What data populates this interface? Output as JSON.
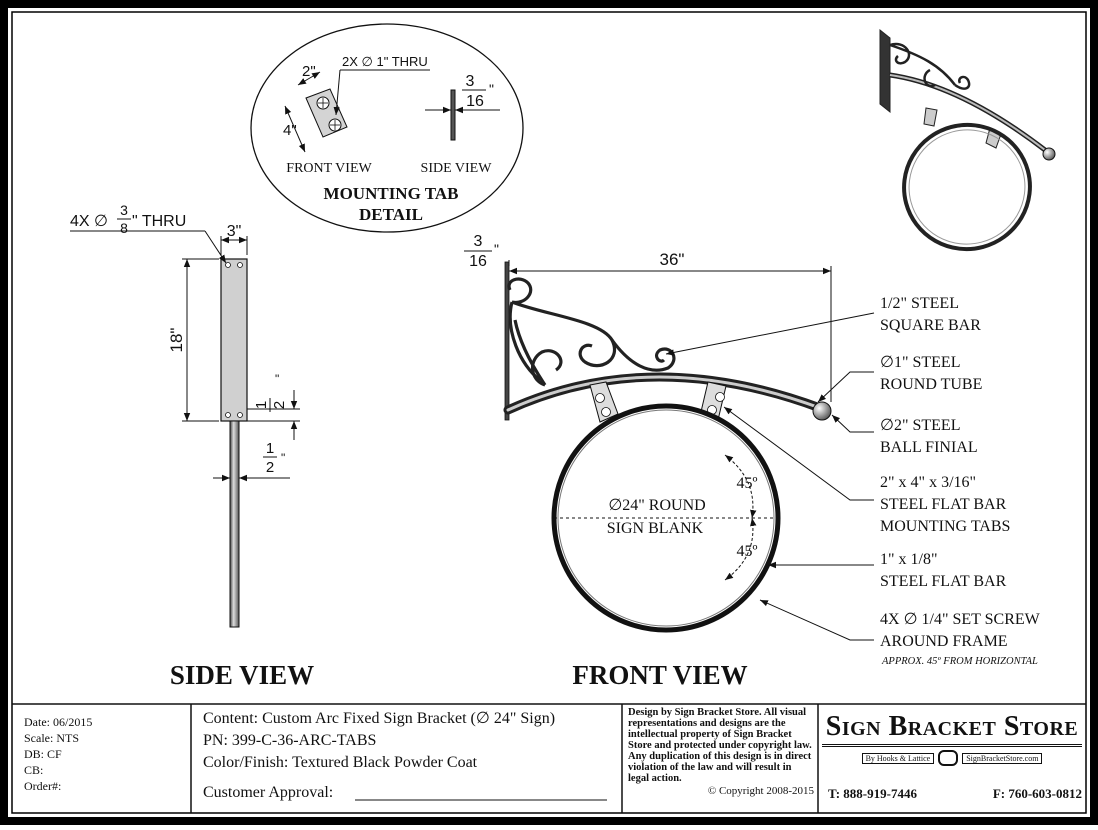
{
  "drawing": {
    "side_view_title": "SIDE VIEW",
    "front_view_title": "FRONT VIEW",
    "side": {
      "holes_note_pre": "4X",
      "holes_note_num": "3",
      "holes_note_den": "8",
      "holes_note_post": "\" THRU",
      "width_dim": "3\"",
      "height_dim": "18\"",
      "edge_dim_num": "1",
      "edge_dim_den": "2",
      "bar_dim_num": "1",
      "bar_dim_den": "2",
      "inch_mark": "\""
    },
    "detail": {
      "dim_2": "2\"",
      "dim_4": "4\"",
      "hole_note": "2X",
      "hole_note_post": "1\" THRU",
      "thk_num": "3",
      "thk_den": "16",
      "front_view_label": "FRONT VIEW",
      "side_view_label": "SIDE VIEW",
      "title_line1": "MOUNTING TAB",
      "title_line2": "DETAIL"
    },
    "front": {
      "wall_thk_num": "3",
      "wall_thk_den": "16",
      "length_dim": "36\"",
      "sign_line1": "24\" ROUND",
      "sign_line2": "SIGN BLANK",
      "angle_top": "45º",
      "angle_bottom": "45º"
    },
    "callouts": [
      {
        "line1": "1/2\" STEEL",
        "line2": "SQUARE BAR",
        "diameter": false
      },
      {
        "line1": "1\" STEEL",
        "line2": "ROUND TUBE",
        "diameter": true
      },
      {
        "line1": "2\" STEEL",
        "line2": "BALL FINIAL",
        "diameter": true
      },
      {
        "line1": "2\" x 4\" x 3/16\"",
        "line2": "STEEL FLAT BAR",
        "line3": "MOUNTING TABS",
        "diameter": false
      },
      {
        "line1": "1\" x  1/8\"",
        "line2": "STEEL FLAT BAR",
        "diameter": false
      },
      {
        "line1": "4X",
        "line1b": "1/4\" SET SCREW",
        "line2": "AROUND FRAME",
        "line3": "APPROX. 45º FROM HORIZONTAL",
        "diameter": true
      }
    ]
  },
  "title_block": {
    "date": "Date:  06/2015",
    "scale": "Scale:  NTS",
    "db": "DB:  CF",
    "cb": "CB:",
    "order": "Order#:",
    "content": "Content:  Custom Arc Fixed Sign Bracket (",
    "content_tail": "24\" Sign)",
    "pn": "PN:  399-C-36-ARC-TABS",
    "finish": "Color/Finish:  Textured Black Powder Coat",
    "approval": "Customer Approval:",
    "notice": "Design by Sign Bracket Store. All visual representations and designs are the intellectual property of Sign Bracket Store and protected under copyright law. Any duplication of this design is in direct violation of the law and will result in legal action.",
    "copyright": "© Copyright 2008-2015",
    "logo_title": "Sign Bracket Store",
    "logo_tagline_left": "By Hooks & Lattice",
    "logo_tagline_right": "SignBracketStore.com",
    "phone": "T:  888-919-7446",
    "fax": "F:  760-603-0812"
  }
}
